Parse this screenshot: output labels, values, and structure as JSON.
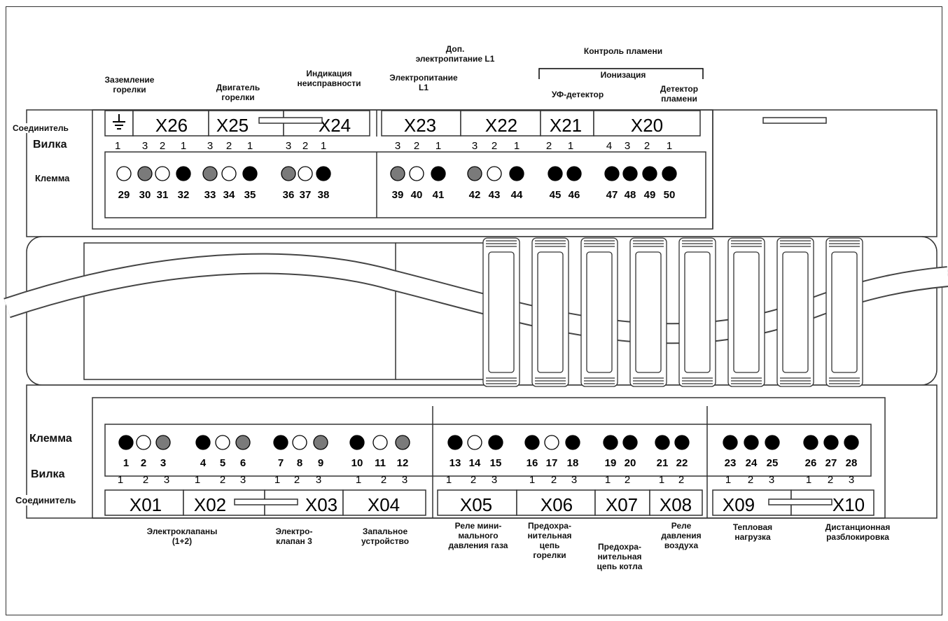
{
  "side_labels": {
    "connector_top": "Соединитель",
    "plug_top": "Вилка",
    "terminal_top": "Клемма",
    "terminal_bottom": "Клемма",
    "plug_bottom": "Вилка",
    "connector_bottom": "Соединитель"
  },
  "top_labels": {
    "flame_control": "Контроль пламени",
    "ionization": "Ионизация",
    "extra_power": "Доп.\nэлектропитание L1",
    "ground": "Заземление\nгорелки",
    "motor": "Двигатель\nгорелки",
    "fault": "Индикация\nнеисправности",
    "power": "Электропитание\nL1",
    "uv": "УФ-детектор",
    "flame_det": "Детектор\nпламени"
  },
  "bottom_labels": {
    "valves": "Электроклапаны\n(1+2)",
    "valve3": "Электро-\nклапан 3",
    "ignition": "Запальное\nустройство",
    "gas_relay": "Реле мини-\nмального\nдавления газа",
    "burner_fuse": "Предохра-\nнительная\nцепь\nгорелки",
    "boiler_fuse": "Предохра-\nнительная\nцепь котла",
    "air_relay": "Реле\nдавления\nвоздуха",
    "heat_load": "Тепловая\nнагрузка",
    "remote": "Дистанционная\nразблокировка"
  },
  "top_connectors": [
    {
      "name": "X26",
      "pins": [
        "3",
        "2",
        "1"
      ]
    },
    {
      "name": "X25",
      "pins": [
        "3",
        "2",
        "1"
      ]
    },
    {
      "name": "X24",
      "pins": [
        "3",
        "2",
        "1"
      ]
    },
    {
      "name": "X23",
      "pins": [
        "3",
        "2",
        "1"
      ]
    },
    {
      "name": "X22",
      "pins": [
        "3",
        "2",
        "1"
      ]
    },
    {
      "name": "X21",
      "pins": [
        "2",
        "1"
      ]
    },
    {
      "name": "X20",
      "pins": [
        "4",
        "3",
        "2",
        "1"
      ]
    }
  ],
  "ground_pin": "1",
  "top_terminals": [
    {
      "n": "29",
      "fill": "white"
    },
    {
      "n": "30",
      "fill": "gray"
    },
    {
      "n": "31",
      "fill": "white"
    },
    {
      "n": "32",
      "fill": "black"
    },
    {
      "n": "33",
      "fill": "gray"
    },
    {
      "n": "34",
      "fill": "white"
    },
    {
      "n": "35",
      "fill": "black"
    },
    {
      "n": "36",
      "fill": "gray"
    },
    {
      "n": "37",
      "fill": "white"
    },
    {
      "n": "38",
      "fill": "black"
    },
    {
      "n": "39",
      "fill": "gray"
    },
    {
      "n": "40",
      "fill": "white"
    },
    {
      "n": "41",
      "fill": "black"
    },
    {
      "n": "42",
      "fill": "gray"
    },
    {
      "n": "43",
      "fill": "white"
    },
    {
      "n": "44",
      "fill": "black"
    },
    {
      "n": "45",
      "fill": "black"
    },
    {
      "n": "46",
      "fill": "black"
    },
    {
      "n": "47",
      "fill": "black"
    },
    {
      "n": "48",
      "fill": "black"
    },
    {
      "n": "49",
      "fill": "black"
    },
    {
      "n": "50",
      "fill": "black"
    }
  ],
  "bottom_connectors": [
    {
      "name": "X01",
      "pins": [
        "1",
        "2",
        "3"
      ]
    },
    {
      "name": "X02",
      "pins": [
        "1",
        "2",
        "3"
      ]
    },
    {
      "name": "X03",
      "pins": [
        "1",
        "2",
        "3"
      ]
    },
    {
      "name": "X04",
      "pins": [
        "1",
        "2",
        "3"
      ]
    },
    {
      "name": "X05",
      "pins": [
        "1",
        "2",
        "3"
      ]
    },
    {
      "name": "X06",
      "pins": [
        "1",
        "2",
        "3"
      ]
    },
    {
      "name": "X07",
      "pins": [
        "1",
        "2"
      ]
    },
    {
      "name": "X08",
      "pins": [
        "1",
        "2"
      ]
    },
    {
      "name": "X09",
      "pins": [
        "1",
        "2",
        "3"
      ]
    },
    {
      "name": "X10",
      "pins": [
        "1",
        "2",
        "3"
      ]
    }
  ],
  "bottom_terminals": [
    {
      "n": "1",
      "fill": "black"
    },
    {
      "n": "2",
      "fill": "white"
    },
    {
      "n": "3",
      "fill": "gray"
    },
    {
      "n": "4",
      "fill": "black"
    },
    {
      "n": "5",
      "fill": "white"
    },
    {
      "n": "6",
      "fill": "gray"
    },
    {
      "n": "7",
      "fill": "black"
    },
    {
      "n": "8",
      "fill": "white"
    },
    {
      "n": "9",
      "fill": "gray"
    },
    {
      "n": "10",
      "fill": "black"
    },
    {
      "n": "11",
      "fill": "white"
    },
    {
      "n": "12",
      "fill": "gray"
    },
    {
      "n": "13",
      "fill": "black"
    },
    {
      "n": "14",
      "fill": "white"
    },
    {
      "n": "15",
      "fill": "black"
    },
    {
      "n": "16",
      "fill": "black"
    },
    {
      "n": "17",
      "fill": "white"
    },
    {
      "n": "18",
      "fill": "black"
    },
    {
      "n": "19",
      "fill": "black"
    },
    {
      "n": "20",
      "fill": "black"
    },
    {
      "n": "21",
      "fill": "black"
    },
    {
      "n": "22",
      "fill": "black"
    },
    {
      "n": "23",
      "fill": "black"
    },
    {
      "n": "24",
      "fill": "black"
    },
    {
      "n": "25",
      "fill": "black"
    },
    {
      "n": "26",
      "fill": "black"
    },
    {
      "n": "27",
      "fill": "black"
    },
    {
      "n": "28",
      "fill": "black"
    }
  ],
  "colors": {
    "black": "#000000",
    "gray": "#7a7a7a",
    "white": "#ffffff",
    "line": "#333333"
  }
}
